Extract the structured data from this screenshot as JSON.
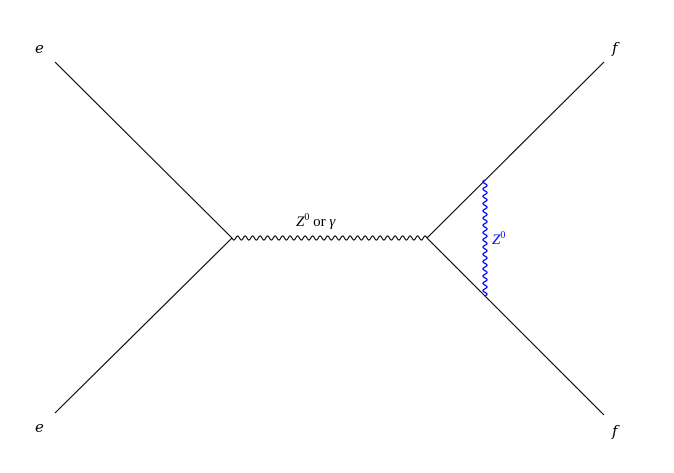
{
  "labels": {
    "e_top": "e",
    "e_bottom": "e",
    "f_top": "f",
    "f_bottom": "f",
    "propagator_boson": "Z",
    "propagator_boson_sup": "0",
    "propagator_or": " or ",
    "propagator_alt": "γ",
    "loop_boson": "Z",
    "loop_boson_sup": "0"
  },
  "colors": {
    "line": "#000000",
    "loop": "#0000ff"
  }
}
